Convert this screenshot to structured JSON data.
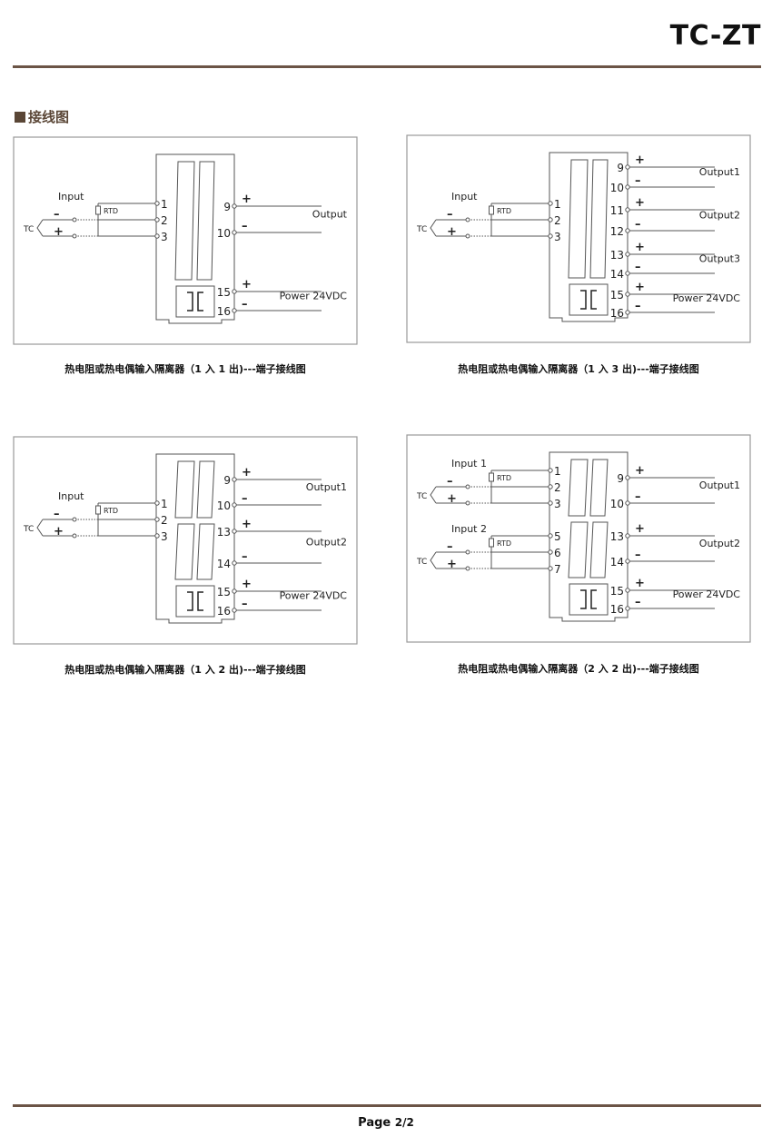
{
  "header": {
    "title": "TC-ZT"
  },
  "section": {
    "heading": "接线图"
  },
  "footer": {
    "page_label": "Page",
    "page_num": "2",
    "page_sep": "/",
    "page_total": "2"
  },
  "diagrams": [
    {
      "caption": "热电阻或热电偶输入隔离器（1 入 1 出)---端子接线图",
      "tc_label": "TC",
      "rtd_label": "RTD",
      "inputs": [
        {
          "label": "Input",
          "terminals": [
            "1",
            "2",
            "3"
          ]
        }
      ],
      "outputs": [
        {
          "label": "Output",
          "terminals": [
            "9",
            "10"
          ]
        }
      ],
      "power": {
        "label": "Power 24VDC",
        "terminals": [
          "15",
          "16"
        ]
      }
    },
    {
      "caption": "热电阻或热电偶输入隔离器（1 入 3 出)---端子接线图",
      "tc_label": "TC",
      "rtd_label": "RTD",
      "inputs": [
        {
          "label": "Input",
          "terminals": [
            "1",
            "2",
            "3"
          ]
        }
      ],
      "outputs": [
        {
          "label": "Output1",
          "terminals": [
            "9",
            "10"
          ]
        },
        {
          "label": "Output2",
          "terminals": [
            "11",
            "12"
          ]
        },
        {
          "label": "Output3",
          "terminals": [
            "13",
            "14"
          ]
        }
      ],
      "power": {
        "label": "Power 24VDC",
        "terminals": [
          "15",
          "16"
        ]
      }
    },
    {
      "caption": "热电阻或热电偶输入隔离器（1 入 2 出)---端子接线图",
      "tc_label": "TC",
      "rtd_label": "RTD",
      "inputs": [
        {
          "label": "Input",
          "terminals": [
            "1",
            "2",
            "3"
          ]
        }
      ],
      "outputs": [
        {
          "label": "Output1",
          "terminals": [
            "9",
            "10"
          ]
        },
        {
          "label": "Output2",
          "terminals": [
            "13",
            "14"
          ]
        }
      ],
      "power": {
        "label": "Power 24VDC",
        "terminals": [
          "15",
          "16"
        ]
      }
    },
    {
      "caption": "热电阻或热电偶输入隔离器（2 入 2 出)---端子接线图",
      "tc_label": "TC",
      "rtd_label": "RTD",
      "inputs": [
        {
          "label": "Input 1",
          "terminals": [
            "1",
            "2",
            "3"
          ]
        },
        {
          "label": "Input 2",
          "terminals": [
            "5",
            "6",
            "7"
          ]
        }
      ],
      "outputs": [
        {
          "label": "Output1",
          "terminals": [
            "9",
            "10"
          ]
        },
        {
          "label": "Output2",
          "terminals": [
            "13",
            "14"
          ]
        }
      ],
      "power": {
        "label": "Power 24VDC",
        "terminals": [
          "15",
          "16"
        ]
      }
    }
  ]
}
